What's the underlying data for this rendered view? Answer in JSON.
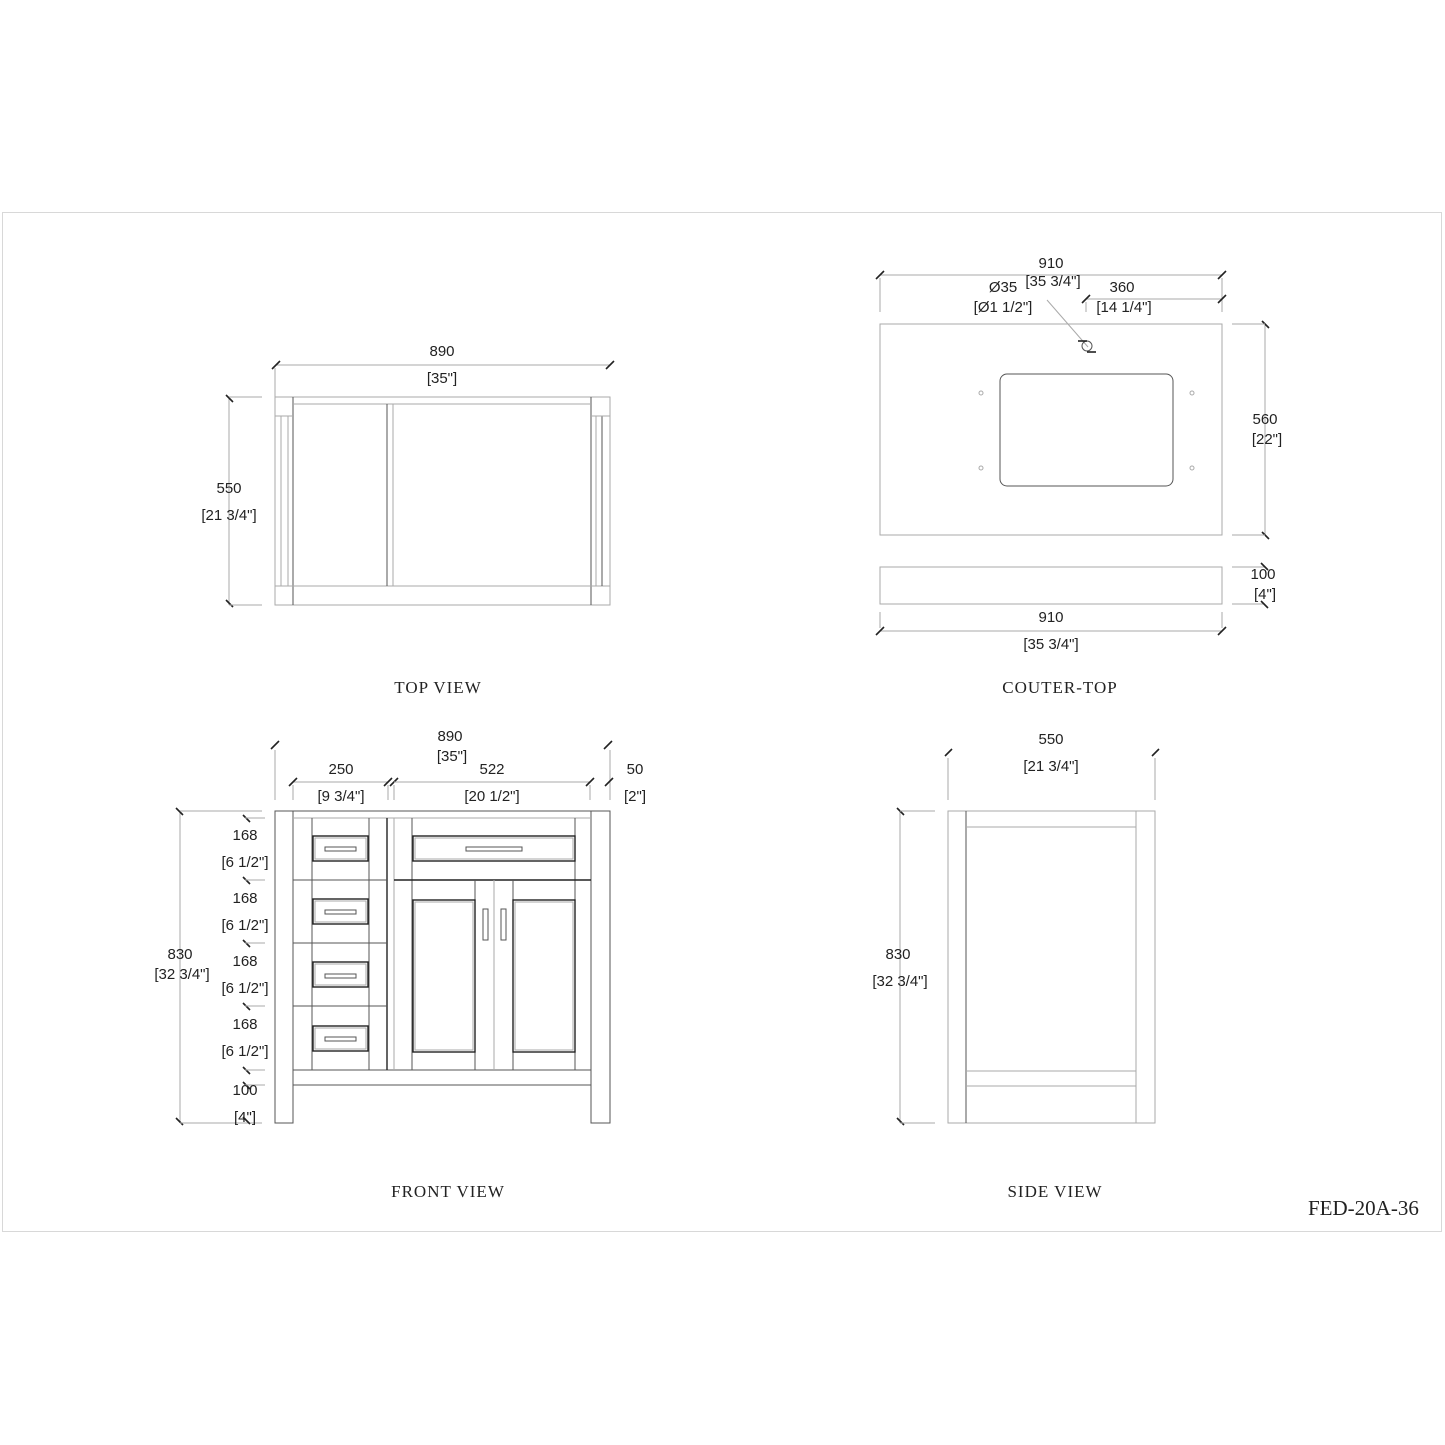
{
  "sheet": {
    "model_code": "FED-20A-36"
  },
  "views": {
    "top": {
      "title": "TOP VIEW",
      "width_mm": "890",
      "width_in": "[35\"]",
      "depth_mm": "550",
      "depth_in": "[21 3/4\"]"
    },
    "countertop": {
      "title": "COUTER-TOP",
      "width_mm": "910",
      "width_in": "[35 3/4\"]",
      "hole_dia_mm": "Ø35",
      "hole_dia_in": "[Ø1 1/2\"]",
      "hole_offset_mm": "360",
      "hole_offset_in": "[14 1/4\"]",
      "depth_mm": "560",
      "depth_in": "[22\"]",
      "backsplash_height_mm": "100",
      "backsplash_height_in": "[4\"]",
      "backsplash_width_mm": "910",
      "backsplash_width_in": "[35 3/4\"]"
    },
    "front": {
      "title": "FRONT VIEW",
      "overall_width_mm": "890",
      "overall_width_in": "[35\"]",
      "drawer_col_mm": "250",
      "drawer_col_in": "[9 3/4\"]",
      "door_section_mm": "522",
      "door_section_in": "[20 1/2\"]",
      "leg_mm": "50",
      "leg_in": "[2\"]",
      "height_mm": "830",
      "height_in": "[32 3/4\"]",
      "drawer_heights": [
        {
          "mm": "168",
          "in": "[6 1/2\"]"
        },
        {
          "mm": "168",
          "in": "[6 1/2\"]"
        },
        {
          "mm": "168",
          "in": "[6 1/2\"]"
        },
        {
          "mm": "168",
          "in": "[6 1/2\"]"
        }
      ],
      "toe_kick_mm": "100",
      "toe_kick_in": "[4\"]"
    },
    "side": {
      "title": "SIDE VIEW",
      "depth_mm": "550",
      "depth_in": "[21 3/4\"]",
      "height_mm": "830",
      "height_in": "[32 3/4\"]"
    }
  }
}
